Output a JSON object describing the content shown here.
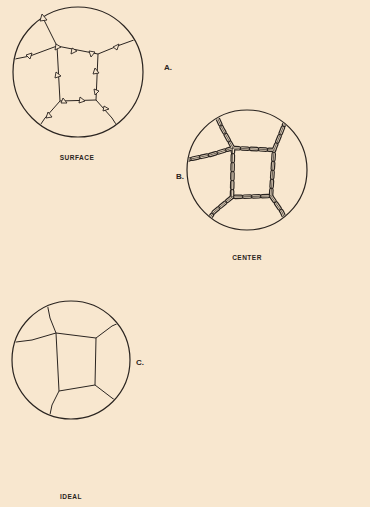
{
  "diagram": {
    "labels": [
      "A.",
      "SURFACE",
      "B.",
      "CENTER",
      "C.",
      "IDEAL"
    ]
  }
}
